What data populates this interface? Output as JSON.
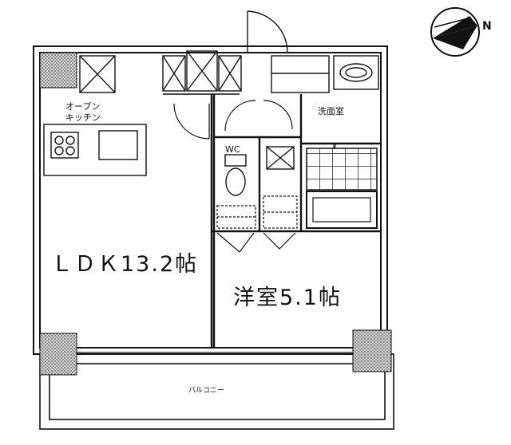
{
  "plan": {
    "compass_label": "N",
    "rooms": {
      "ldk": "ＬＤＫ13.2帖",
      "western_room": "洋室5.1帖",
      "open_kitchen_line1": "オープン",
      "open_kitchen_line2": "キッチン",
      "washroom": "洗面室",
      "wc": "WC",
      "balcony": "バルコニー"
    }
  }
}
